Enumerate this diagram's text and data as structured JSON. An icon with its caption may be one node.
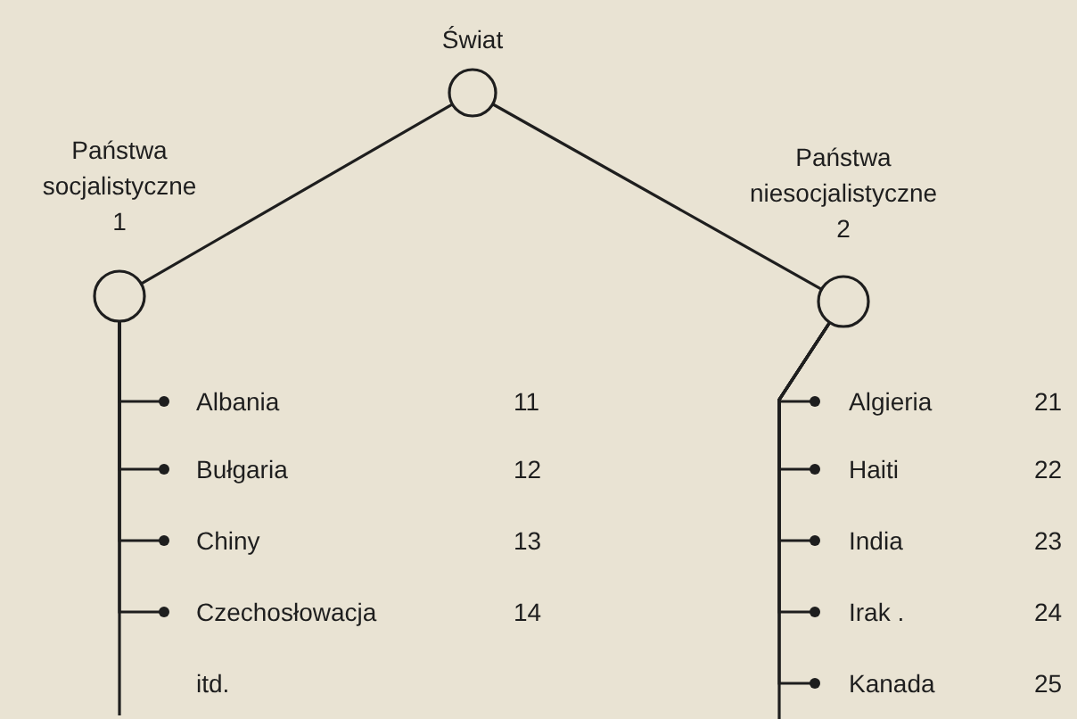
{
  "diagram": {
    "nodes": [
      {
        "text": [
          "Świat"
        ]
      },
      {
        "text": [
          "Państwa socjalistyczne",
          "1"
        ]
      },
      {
        "text": [
          "Państwa niesocjalistyczne",
          "2"
        ]
      },
      {
        "text": [
          "Albania"
        ],
        "beside": [
          "11"
        ]
      },
      {
        "text": [
          "Bułgaria"
        ],
        "beside": [
          "12"
        ]
      },
      {
        "text": [
          "Chiny"
        ],
        "beside": [
          "13"
        ]
      },
      {
        "text": [
          "Czechosłowacja"
        ],
        "beside": [
          "14"
        ]
      },
      {
        "text": [
          "Algieria"
        ],
        "beside": [
          "21"
        ]
      },
      {
        "text": [
          "Haiti"
        ],
        "beside": [
          "22"
        ]
      },
      {
        "text": [
          "India"
        ],
        "beside": [
          "23"
        ]
      },
      {
        "text": [
          "Irak ."
        ],
        "beside": [
          "24"
        ]
      },
      {
        "text": [
          "Kanada"
        ],
        "beside": [
          "25"
        ]
      }
    ],
    "edges": [
      {
        "from": 0,
        "to": 1,
        "arrow": "none"
      },
      {
        "from": 0,
        "to": 2,
        "arrow": "none"
      },
      {
        "from": 1,
        "to": 3,
        "arrow": "other"
      },
      {
        "from": 1,
        "to": 4,
        "arrow": "other"
      },
      {
        "from": 1,
        "to": 5,
        "arrow": "other"
      },
      {
        "from": 1,
        "to": 6,
        "arrow": "other"
      },
      {
        "from": 2,
        "to": 7,
        "arrow": "other"
      },
      {
        "from": 2,
        "to": 8,
        "arrow": "other"
      },
      {
        "from": 2,
        "to": 9,
        "arrow": "other"
      },
      {
        "from": 2,
        "to": 10,
        "arrow": "other"
      },
      {
        "from": 2,
        "to": 11,
        "arrow": "other"
      }
    ],
    "labels": [
      "itd."
    ]
  }
}
